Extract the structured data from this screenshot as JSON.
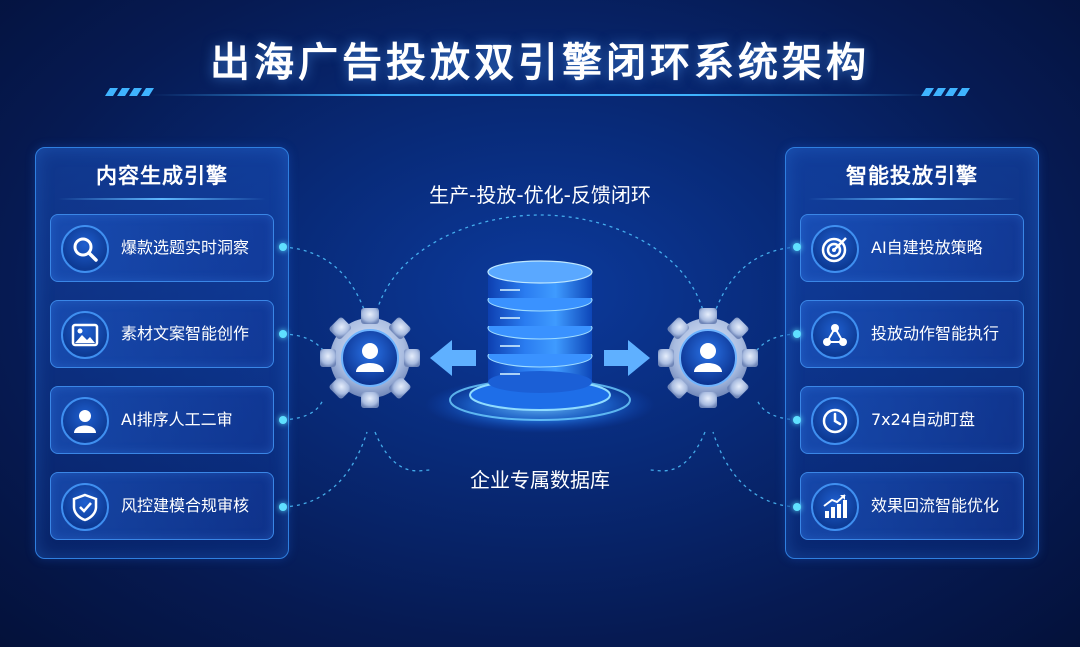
{
  "title": "出海广告投放双引擎闭环系统架构",
  "loop_label": "生产-投放-优化-反馈闭环",
  "database_label": "企业专属数据库",
  "left_panel": {
    "title": "内容生成引擎",
    "items": [
      {
        "label": "爆款选题实时洞察",
        "icon": "search-icon"
      },
      {
        "label": "素材文案智能创作",
        "icon": "image-icon"
      },
      {
        "label": "AI排序人工二审",
        "icon": "user-icon"
      },
      {
        "label": "风控建模合规审核",
        "icon": "shield-check-icon"
      }
    ]
  },
  "right_panel": {
    "title": "智能投放引擎",
    "items": [
      {
        "label": "AI自建投放策略",
        "icon": "target-icon"
      },
      {
        "label": "投放动作智能执行",
        "icon": "network-icon"
      },
      {
        "label": "7x24自动盯盘",
        "icon": "clock-icon"
      },
      {
        "label": "效果回流智能优化",
        "icon": "chart-growth-icon"
      }
    ]
  },
  "colors": {
    "accent": "#3fb4ff",
    "dot": "#5fe0ff",
    "panel_border": "#2f7fe0",
    "background": "#082a78"
  }
}
